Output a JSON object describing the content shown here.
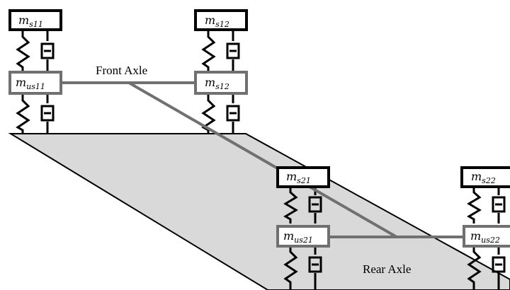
{
  "axles": {
    "front": {
      "label": "Front Axle"
    },
    "rear": {
      "label": "Rear Axle"
    }
  },
  "masses": {
    "sprung_11": {
      "symbol": "m",
      "subscript": "s11"
    },
    "sprung_12": {
      "symbol": "m",
      "subscript": "s12"
    },
    "sprung_21": {
      "symbol": "m",
      "subscript": "s21"
    },
    "sprung_22": {
      "symbol": "m",
      "subscript": "s22"
    },
    "unsprung_11": {
      "symbol": "m",
      "subscript": "us11"
    },
    "unsprung_12": {
      "symbol": "m",
      "subscript": "s12"
    },
    "unsprung_21": {
      "symbol": "m",
      "subscript": "us21"
    },
    "unsprung_22": {
      "symbol": "m",
      "subscript": "us22"
    }
  },
  "colors": {
    "sprung_border": "#000000",
    "unsprung_border": "#707070",
    "axle_line": "#707070",
    "ground_fill": "#d9d9d9"
  }
}
